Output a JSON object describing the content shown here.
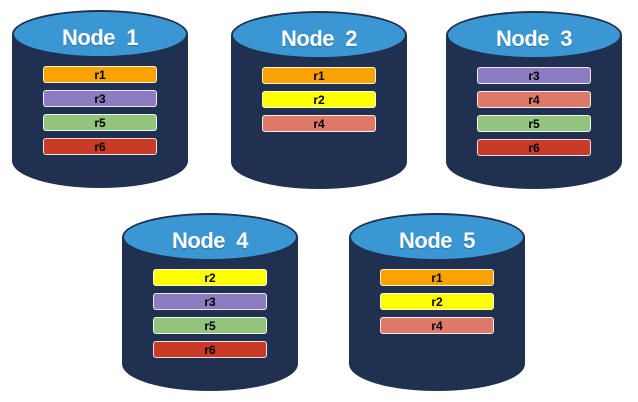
{
  "diagram": {
    "background": "#FFFFFF",
    "cylinder_body_color": "#1F3050",
    "cylinder_top_color": "#3B97D3",
    "title_color": "#FFFFFF",
    "bar_text_color": "#000000"
  },
  "replica_colors": {
    "r1": "#F9A200",
    "r2": "#FFFF00",
    "r3": "#8E7CC3",
    "r4": "#DF7A6A",
    "r5": "#93C47D",
    "r6": "#C93B27"
  },
  "nodes": [
    {
      "name": "Node  1",
      "replicas": [
        "r1",
        "r3",
        "r5",
        "r6"
      ]
    },
    {
      "name": "Node  2",
      "replicas": [
        "r1",
        "r2",
        "r4"
      ]
    },
    {
      "name": "Node  3",
      "replicas": [
        "r3",
        "r4",
        "r5",
        "r6"
      ]
    },
    {
      "name": "Node  4",
      "replicas": [
        "r2",
        "r3",
        "r5",
        "r6"
      ]
    },
    {
      "name": "Node  5",
      "replicas": [
        "r1",
        "r2",
        "r4"
      ]
    }
  ]
}
